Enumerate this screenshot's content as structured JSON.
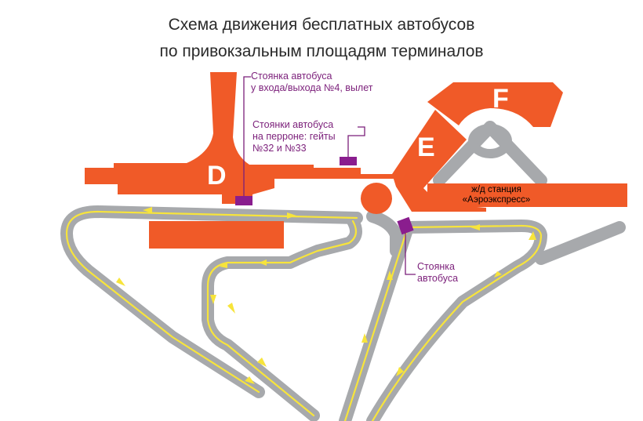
{
  "title": {
    "line1": "Схема движения бесплатных автобусов",
    "line2": "по привокзальным площадям терминалов"
  },
  "terminals": {
    "d": "D",
    "e": "E",
    "f": "F"
  },
  "station": {
    "line1": "ж/д станция",
    "line2": "«Аэроэкспресс»"
  },
  "callouts": {
    "gate4": {
      "line1": "Стоянка автобуса",
      "line2": "у входа/выхода №4, вылет"
    },
    "apron": {
      "line1": "Стоянки автобуса",
      "line2": "на перроне: гейты",
      "line3": "№32 и №33"
    },
    "stop": {
      "line1": "Стоянка",
      "line2": "автобуса"
    }
  },
  "colors": {
    "terminal": "#f05a28",
    "road": "#a7a9ac",
    "road_edge": "#ffffff",
    "route": "#f7e43b",
    "bus_stop": "#8a1d8e",
    "callout": "#7b1f7a"
  }
}
